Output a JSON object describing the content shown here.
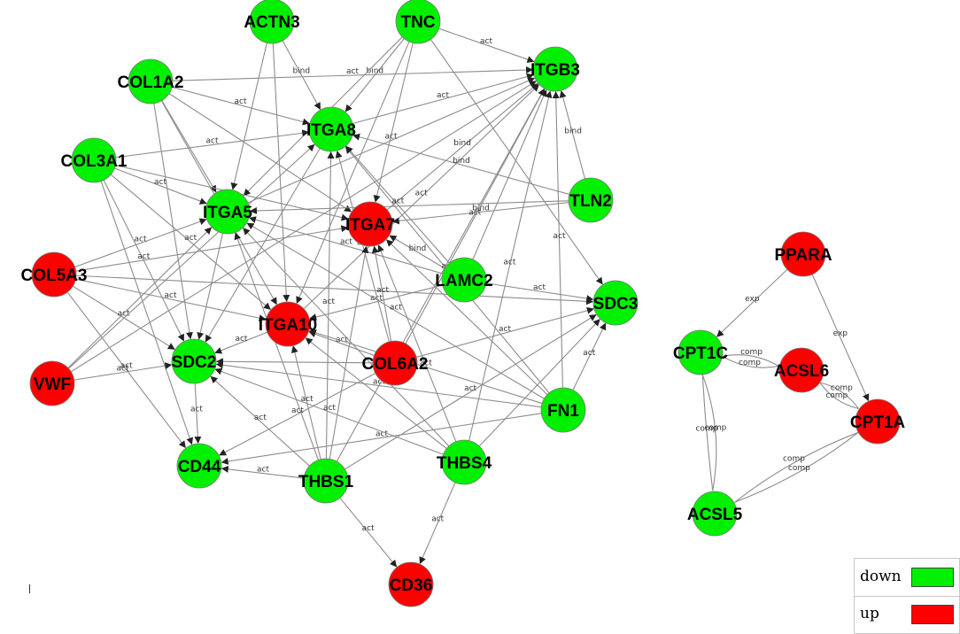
{
  "colors": {
    "down": "#00f000",
    "up": "#ff0000"
  },
  "nodes": [
    {
      "id": "ACTN3",
      "status": "down"
    },
    {
      "id": "TNC",
      "status": "down"
    },
    {
      "id": "ITGB3",
      "status": "down"
    },
    {
      "id": "COL1A2",
      "status": "down"
    },
    {
      "id": "ITGA8",
      "status": "down"
    },
    {
      "id": "COL3A1",
      "status": "down"
    },
    {
      "id": "ITGA5",
      "status": "down"
    },
    {
      "id": "ITGA7",
      "status": "up"
    },
    {
      "id": "TLN2",
      "status": "down"
    },
    {
      "id": "COL5A3",
      "status": "up"
    },
    {
      "id": "LAMC2",
      "status": "down"
    },
    {
      "id": "SDC3",
      "status": "down"
    },
    {
      "id": "ITGA10",
      "status": "up"
    },
    {
      "id": "VWF",
      "status": "up"
    },
    {
      "id": "SDC2",
      "status": "down"
    },
    {
      "id": "COL6A2",
      "status": "up"
    },
    {
      "id": "FN1",
      "status": "down"
    },
    {
      "id": "CD44",
      "status": "down"
    },
    {
      "id": "THBS1",
      "status": "down"
    },
    {
      "id": "THBS4",
      "status": "down"
    },
    {
      "id": "CD36",
      "status": "up"
    },
    {
      "id": "PPARA",
      "status": "up"
    },
    {
      "id": "CPT1C",
      "status": "down"
    },
    {
      "id": "ACSL6",
      "status": "up"
    },
    {
      "id": "CPT1A",
      "status": "up"
    },
    {
      "id": "ACSL5",
      "status": "down"
    }
  ],
  "edges": [
    {
      "s": "ACTN3",
      "t": "ITGA8",
      "label": "bind",
      "arrow": true
    },
    {
      "s": "ACTN3",
      "t": "ITGA5",
      "label": "",
      "arrow": true
    },
    {
      "s": "ACTN3",
      "t": "ITGA10",
      "label": "",
      "arrow": true
    },
    {
      "s": "TNC",
      "t": "ITGB3",
      "label": "act",
      "arrow": true
    },
    {
      "s": "TNC",
      "t": "ITGA8",
      "label": "bind",
      "arrow": true
    },
    {
      "s": "TNC",
      "t": "ITGA5",
      "label": "",
      "arrow": true
    },
    {
      "s": "TNC",
      "t": "ITGA7",
      "label": "",
      "arrow": true
    },
    {
      "s": "TNC",
      "t": "ITGA10",
      "label": "",
      "arrow": true
    },
    {
      "s": "TNC",
      "t": "SDC3",
      "label": "",
      "arrow": true
    },
    {
      "s": "COL1A2",
      "t": "ITGB3",
      "label": "act",
      "arrow": true
    },
    {
      "s": "COL1A2",
      "t": "ITGA8",
      "label": "act",
      "arrow": true
    },
    {
      "s": "COL1A2",
      "t": "ITGA5",
      "label": "",
      "arrow": true
    },
    {
      "s": "COL1A2",
      "t": "ITGA10",
      "label": "",
      "arrow": true
    },
    {
      "s": "COL1A2",
      "t": "SDC2",
      "label": "",
      "arrow": true
    },
    {
      "s": "COL1A2",
      "t": "ITGA7",
      "label": "",
      "arrow": true
    },
    {
      "s": "COL3A1",
      "t": "ITGA8",
      "label": "act",
      "arrow": true
    },
    {
      "s": "COL3A1",
      "t": "ITGA5",
      "label": "act",
      "arrow": true
    },
    {
      "s": "COL3A1",
      "t": "ITGA7",
      "label": "",
      "arrow": true
    },
    {
      "s": "COL3A1",
      "t": "SDC2",
      "label": "act",
      "arrow": true
    },
    {
      "s": "COL3A1",
      "t": "CD44",
      "label": "",
      "arrow": true
    },
    {
      "s": "COL3A1",
      "t": "ITGA10",
      "label": "act",
      "arrow": true
    },
    {
      "s": "COL5A3",
      "t": "ITGA5",
      "label": "act",
      "arrow": true
    },
    {
      "s": "COL5A3",
      "t": "ITGA10",
      "label": "act",
      "arrow": true
    },
    {
      "s": "COL5A3",
      "t": "SDC2",
      "label": "act",
      "arrow": true
    },
    {
      "s": "COL5A3",
      "t": "CD44",
      "label": "act",
      "arrow": true
    },
    {
      "s": "COL5A3",
      "t": "ITGA7",
      "label": "",
      "arrow": true
    },
    {
      "s": "COL5A3",
      "t": "SDC3",
      "label": "",
      "arrow": true
    },
    {
      "s": "VWF",
      "t": "ITGA5",
      "label": "",
      "arrow": true
    },
    {
      "s": "VWF",
      "t": "ITGA8",
      "label": "",
      "arrow": true
    },
    {
      "s": "VWF",
      "t": "ITGB3",
      "label": "",
      "arrow": true
    },
    {
      "s": "VWF",
      "t": "SDC2",
      "label": "act",
      "arrow": true
    },
    {
      "s": "ITGA8",
      "t": "ITGB3",
      "label": "act",
      "arrow": true
    },
    {
      "s": "ITGA5",
      "t": "ITGB3",
      "label": "act",
      "arrow": true
    },
    {
      "s": "ITGA7",
      "t": "ITGB3",
      "label": "bind",
      "arrow": true
    },
    {
      "s": "ITGA10",
      "t": "ITGB3",
      "label": "act",
      "arrow": true
    },
    {
      "s": "TLN2",
      "t": "ITGB3",
      "label": "bind",
      "arrow": true
    },
    {
      "s": "TLN2",
      "t": "ITGA8",
      "label": "bind",
      "arrow": true
    },
    {
      "s": "TLN2",
      "t": "ITGA5",
      "label": "",
      "arrow": true
    },
    {
      "s": "TLN2",
      "t": "ITGA7",
      "label": "bind",
      "arrow": true
    },
    {
      "s": "LAMC2",
      "t": "ITGB3",
      "label": "",
      "arrow": true
    },
    {
      "s": "LAMC2",
      "t": "ITGA7",
      "label": "bind",
      "arrow": true
    },
    {
      "s": "LAMC2",
      "t": "ITGA5",
      "label": "act",
      "arrow": true
    },
    {
      "s": "LAMC2",
      "t": "ITGA8",
      "label": "act",
      "arrow": true
    },
    {
      "s": "LAMC2",
      "t": "ITGA10",
      "label": "act",
      "arrow": true
    },
    {
      "s": "LAMC2",
      "t": "SDC3",
      "label": "act",
      "arrow": true
    },
    {
      "s": "COL6A2",
      "t": "ITGA10",
      "label": "act",
      "arrow": true
    },
    {
      "s": "COL6A2",
      "t": "ITGA7",
      "label": "act",
      "arrow": true
    },
    {
      "s": "COL6A2",
      "t": "ITGA8",
      "label": "act",
      "arrow": true
    },
    {
      "s": "COL6A2",
      "t": "ITGB3",
      "label": "act",
      "arrow": true
    },
    {
      "s": "COL6A2",
      "t": "SDC3",
      "label": "act",
      "arrow": true
    },
    {
      "s": "COL6A2",
      "t": "CD44",
      "label": "act",
      "arrow": true
    },
    {
      "s": "COL6A2",
      "t": "SDC2",
      "label": "",
      "arrow": true
    },
    {
      "s": "FN1",
      "t": "ITGB3",
      "label": "act",
      "arrow": true
    },
    {
      "s": "FN1",
      "t": "SDC3",
      "label": "act",
      "arrow": true
    },
    {
      "s": "FN1",
      "t": "SDC2",
      "label": "act",
      "arrow": true
    },
    {
      "s": "FN1",
      "t": "ITGA5",
      "label": "act",
      "arrow": true
    },
    {
      "s": "FN1",
      "t": "ITGA8",
      "label": "act",
      "arrow": true
    },
    {
      "s": "FN1",
      "t": "ITGA10",
      "label": "act",
      "arrow": true
    },
    {
      "s": "FN1",
      "t": "CD44",
      "label": "act",
      "arrow": true
    },
    {
      "s": "FN1",
      "t": "ITGA7",
      "label": "",
      "arrow": true
    },
    {
      "s": "THBS1",
      "t": "CD36",
      "label": "act",
      "arrow": true
    },
    {
      "s": "THBS1",
      "t": "SDC2",
      "label": "act",
      "arrow": true
    },
    {
      "s": "THBS1",
      "t": "ITGA10",
      "label": "act",
      "arrow": true
    },
    {
      "s": "THBS1",
      "t": "ITGA7",
      "label": "",
      "arrow": true
    },
    {
      "s": "THBS1",
      "t": "ITGA8",
      "label": "act",
      "arrow": true
    },
    {
      "s": "THBS1",
      "t": "ITGA5",
      "label": "",
      "arrow": true
    },
    {
      "s": "THBS1",
      "t": "ITGB3",
      "label": "",
      "arrow": true
    },
    {
      "s": "THBS1",
      "t": "SDC3",
      "label": "act",
      "arrow": true
    },
    {
      "s": "THBS1",
      "t": "CD44",
      "label": "act",
      "arrow": true
    },
    {
      "s": "THBS4",
      "t": "CD36",
      "label": "act",
      "arrow": true
    },
    {
      "s": "THBS4",
      "t": "SDC2",
      "label": "act",
      "arrow": true
    },
    {
      "s": "THBS4",
      "t": "ITGB3",
      "label": "act",
      "arrow": true
    },
    {
      "s": "THBS4",
      "t": "ITGA7",
      "label": "",
      "arrow": true
    },
    {
      "s": "THBS4",
      "t": "ITGA5",
      "label": "",
      "arrow": true
    },
    {
      "s": "THBS4",
      "t": "SDC3",
      "label": "",
      "arrow": true
    },
    {
      "s": "THBS4",
      "t": "ITGA10",
      "label": "",
      "arrow": true
    },
    {
      "s": "SDC2",
      "t": "CD44",
      "label": "act",
      "arrow": true
    },
    {
      "s": "ITGA10",
      "t": "SDC2",
      "label": "act",
      "arrow": true
    },
    {
      "s": "ITGA5",
      "t": "SDC2",
      "label": "",
      "arrow": true
    },
    {
      "s": "ITGA8",
      "t": "SDC2",
      "label": "",
      "arrow": true
    },
    {
      "s": "PPARA",
      "t": "CPT1C",
      "label": "exp",
      "arrow": true
    },
    {
      "s": "PPARA",
      "t": "CPT1A",
      "label": "exp",
      "arrow": true
    },
    {
      "s": "CPT1C",
      "t": "ACSL6",
      "label": "comp",
      "arrow": false,
      "bend": -12
    },
    {
      "s": "CPT1C",
      "t": "ACSL6",
      "label": "comp",
      "arrow": false,
      "bend": 12
    },
    {
      "s": "ACSL6",
      "t": "CPT1A",
      "label": "comp",
      "arrow": false,
      "bend": -10
    },
    {
      "s": "ACSL6",
      "t": "CPT1A",
      "label": "comp",
      "arrow": false,
      "bend": 10
    },
    {
      "s": "CPT1C",
      "t": "ACSL5",
      "label": "comp",
      "arrow": false,
      "bend": -18
    },
    {
      "s": "CPT1C",
      "t": "ACSL5",
      "label": "comp",
      "arrow": false,
      "bend": 2
    },
    {
      "s": "CPT1A",
      "t": "ACSL5",
      "label": "comp",
      "arrow": false,
      "bend": -12
    },
    {
      "s": "CPT1A",
      "t": "ACSL5",
      "label": "comp",
      "arrow": false,
      "bend": 12
    }
  ],
  "legend": [
    {
      "label": "down",
      "status": "down"
    },
    {
      "label": "up",
      "status": "up"
    }
  ]
}
